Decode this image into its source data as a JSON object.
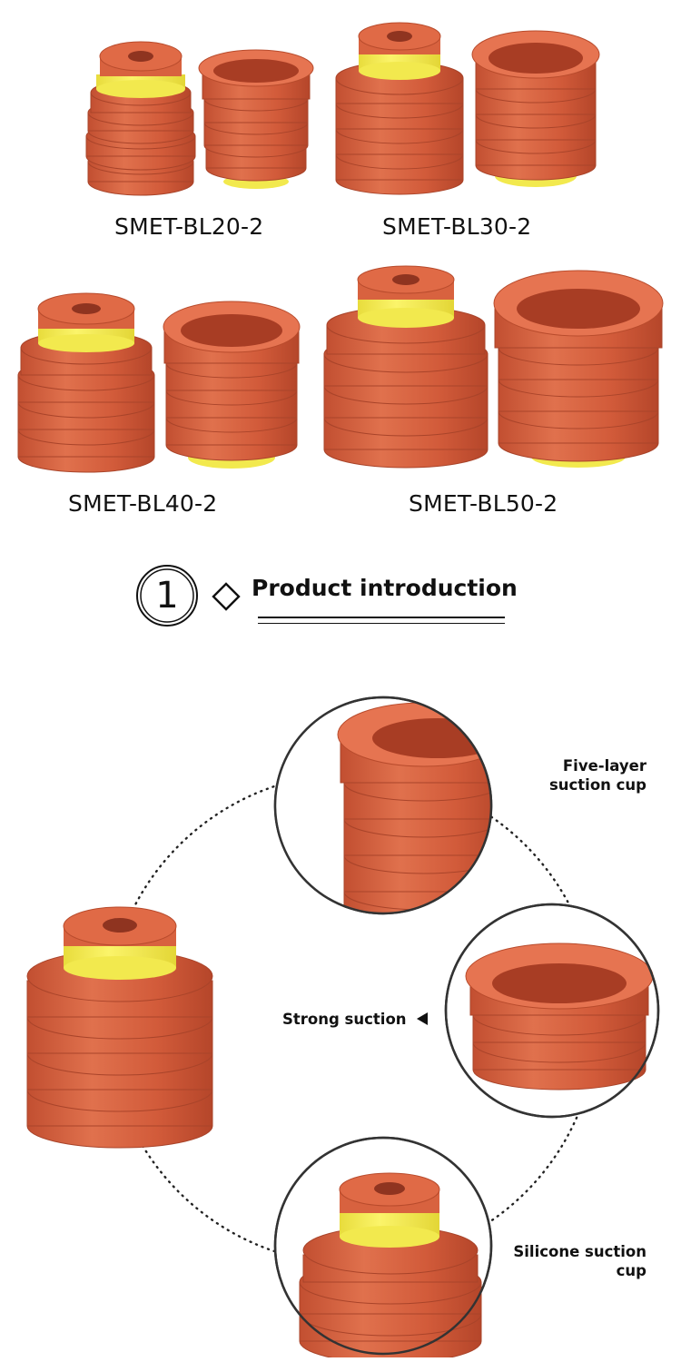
{
  "models": [
    {
      "label": "SMET-BL20-2"
    },
    {
      "label": "SMET-BL30-2"
    },
    {
      "label": "SMET-BL40-2"
    },
    {
      "label": "SMET-BL50-2"
    }
  ],
  "section": {
    "number": "1",
    "title": "Product introduction"
  },
  "features": {
    "five_layer_line1": "Five-layer",
    "five_layer_line2": "suction cup",
    "strong": "Strong suction",
    "silicone_line1": "Silicone suction",
    "silicone_line2": "cup"
  },
  "colors": {
    "silicone": "#d8623f",
    "silicone_dark": "#b84b2c",
    "ring": "#f2e94e",
    "text": "#111111"
  }
}
